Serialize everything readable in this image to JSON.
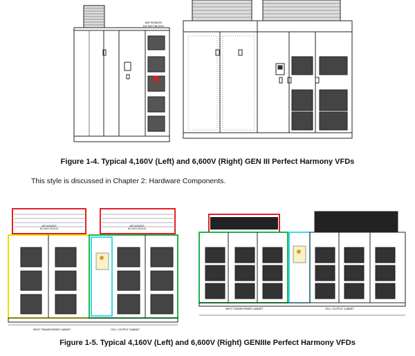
{
  "figure_1_4": {
    "caption": "Figure 1-4. Typical 4,160V (Left) and 6,600V (Right) GEN III Perfect Harmony VFDs",
    "left_label": "AIR INTAKES\nDO NOT BLOCK"
  },
  "paragraph": "This style is discussed in Chapter 2: Hardware Components.",
  "figure_1_5": {
    "caption": "Figure 1-5. Typical 4,160V (Left) and 6,600V (Right) GENIIIe Perfect Harmony VFDs",
    "left_labels": [
      "AIR INTAKES\nDO NOT BLOCK",
      "AIR INTAKES\nDO NOT BLOCK"
    ],
    "left_bottom": [
      "INPUT TRANSFORMER CABINET",
      "CELL / OUTPUT CABINET"
    ],
    "right_bottom": [
      "INPUT TRANSFORMER CABINET",
      "CELL / OUTPUT CABINET"
    ]
  },
  "colors": {
    "line": "#222222",
    "red": "#e0202a",
    "yellow": "#e8e000",
    "green": "#22b14c",
    "cyan": "#00c8e0",
    "blue": "#2050c0"
  }
}
